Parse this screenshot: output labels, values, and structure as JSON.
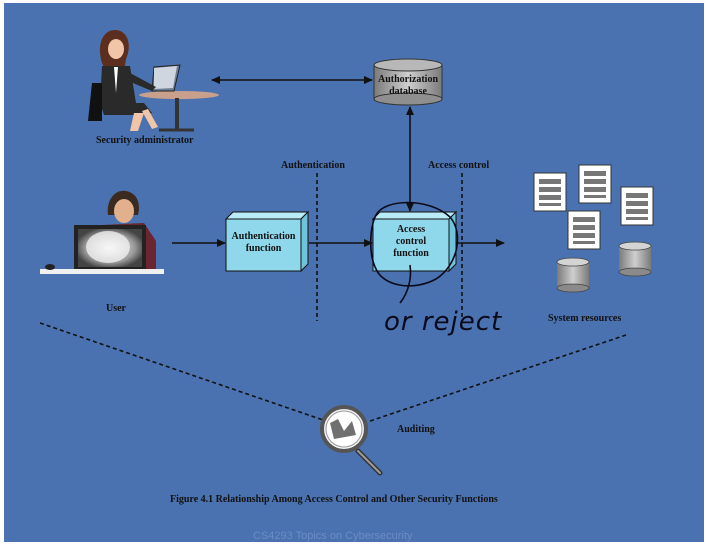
{
  "diagram": {
    "nodes": {
      "security_admin": "Security administrator",
      "auth_db_line1": "Authorization",
      "auth_db_line2": "database",
      "user": "User",
      "authn_fn_line1": "Authentication",
      "authn_fn_line2": "function",
      "ac_fn_line1": "Access",
      "ac_fn_line2": "control",
      "ac_fn_line3": "function",
      "system_resources": "System resources",
      "auditing": "Auditing"
    },
    "regions": {
      "authentication": "Authentication",
      "access_control": "Access control"
    },
    "annotation": "or reject",
    "caption": "Figure 4.1   Relationship Among Access Control and Other Security Functions"
  },
  "footer": "CS4293 Topics on Cybersecurity",
  "colors": {
    "slide_background": "#4a72b0",
    "box_fill": "#8fd8ec",
    "database_fill": "#9a9a9a"
  }
}
